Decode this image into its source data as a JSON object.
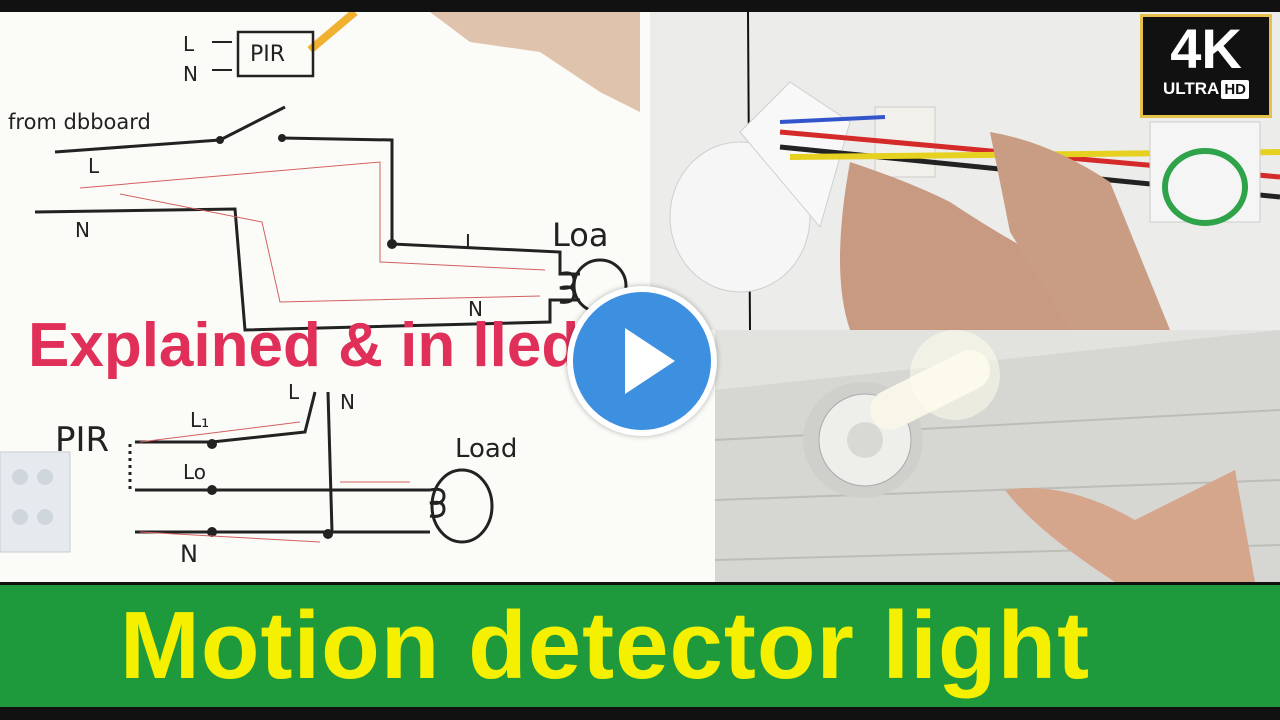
{
  "thumbnail": {
    "headline": "Explained & installed",
    "headline_visible": "Explained & in    lled",
    "banner_title": "Motion detector light",
    "badge": {
      "main": "4K",
      "sub": "ULTRA",
      "hd": "HD"
    },
    "colors": {
      "banner_bg": "#1e9a3c",
      "banner_text": "#f5f000",
      "headline": "#e0305a",
      "play_button": "#3d8fe0"
    }
  },
  "diagram_top": {
    "labels": {
      "l_in": "L",
      "n_in": "N",
      "pir": "PIR",
      "source": "from dbboard",
      "l_line": "L",
      "n_line": "N",
      "l_load": "L",
      "n_load": "N",
      "load": "Loa"
    }
  },
  "diagram_bottom": {
    "labels": {
      "pir": "PIR",
      "l1": "L₁",
      "lo": "Lo",
      "n": "N",
      "l_top": "L",
      "n_top": "N",
      "load": "Load"
    }
  },
  "player": {
    "play_icon": "play-icon"
  }
}
